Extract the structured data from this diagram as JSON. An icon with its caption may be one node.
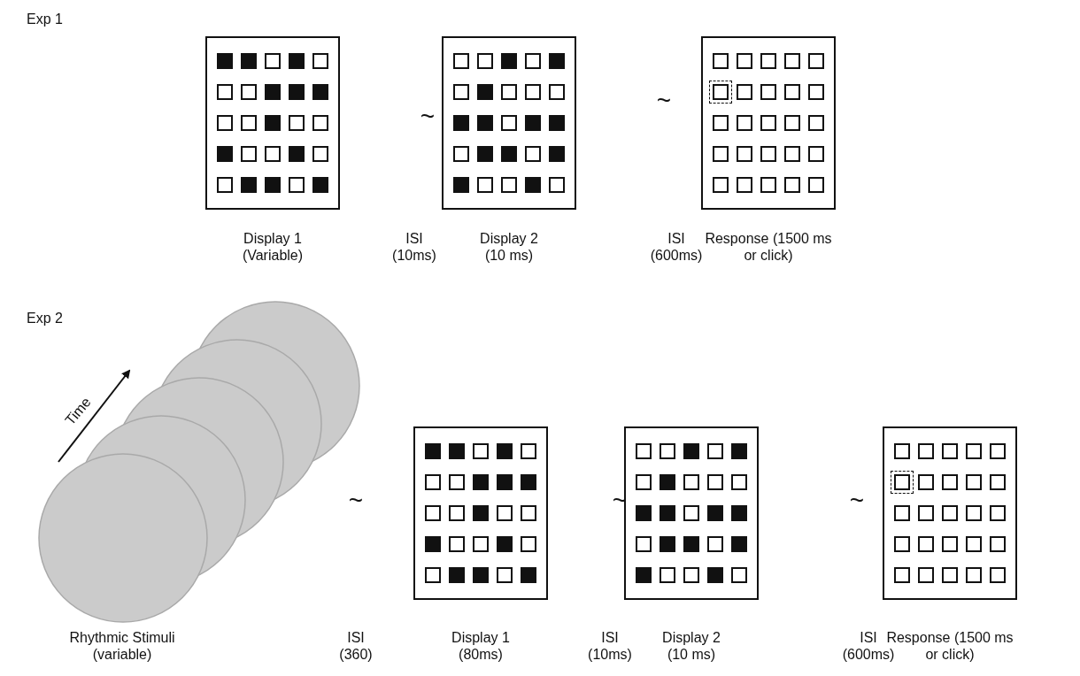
{
  "diagram": {
    "nodes": [
      {
        "text": [],
        "shape": "box",
        "beside": [
          "Display 1 (Variable)"
        ]
      },
      {
        "text": [],
        "shape": "box",
        "beside": [
          "Display 2 (10 ms)"
        ]
      },
      {
        "text": [],
        "shape": "box",
        "beside": [
          "Response (1500 ms or click)"
        ]
      },
      {
        "text": [],
        "shape": "circle",
        "beside": [
          "Rhythmic Stimuli (variable)"
        ]
      },
      {
        "text": [],
        "shape": "circle"
      },
      {
        "text": [],
        "shape": "circle"
      },
      {
        "text": [],
        "shape": "circle"
      },
      {
        "text": [],
        "shape": "circle"
      },
      {
        "text": [],
        "shape": "box",
        "beside": [
          "Display 1 (80ms)"
        ]
      },
      {
        "text": [],
        "shape": "box",
        "beside": [
          "Display 2 (10 ms)"
        ]
      },
      {
        "text": [],
        "shape": "box",
        "beside": [
          "Response (1500 ms or click)"
        ]
      }
    ],
    "edges": [],
    "labels": [
      "Exp 1",
      "~",
      "ISI (10ms)",
      "~",
      "ISI (600ms)",
      "Exp 2",
      "Time",
      "~",
      "ISI (360)",
      "~",
      "ISI (10ms)",
      "~",
      "ISI (600ms)"
    ]
  }
}
